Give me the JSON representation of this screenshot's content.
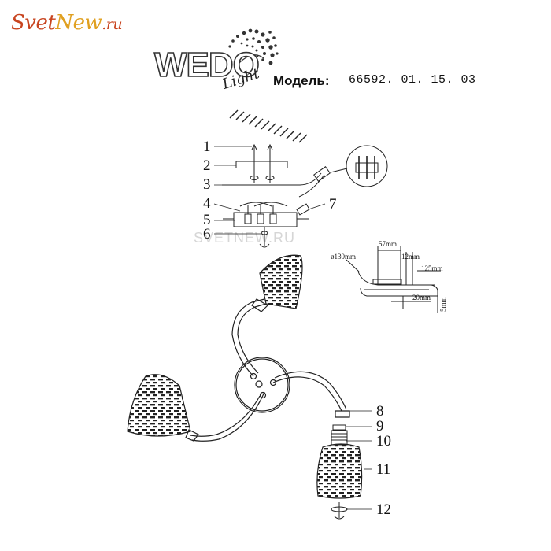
{
  "header": {
    "site_logo": {
      "part1": "Svet",
      "part2": "New",
      "part3": ".ru"
    },
    "brand": {
      "word": "WEDO",
      "sub": "Light"
    },
    "model_label": "Модель:",
    "model_code": "66592. 01. 15. 03"
  },
  "watermark": "SVETNEW.RU",
  "callouts": [
    "1",
    "2",
    "3",
    "4",
    "5",
    "6",
    "7",
    "8",
    "9",
    "10",
    "11",
    "12"
  ],
  "dimensions": {
    "diameter": "ø130mm",
    "width": "57mm",
    "hole": "12mm",
    "span": "125mm",
    "height": "20mm",
    "depth": "5mm"
  },
  "colors": {
    "line": "#222222",
    "logo_red": "#c8441f",
    "logo_gold": "#e0a020",
    "watermark": "#d6d6d6"
  }
}
